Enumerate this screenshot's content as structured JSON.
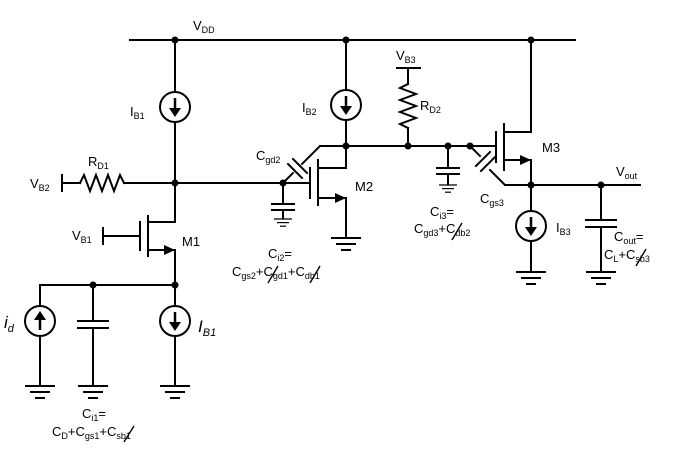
{
  "labels": {
    "vdd": {
      "main": "V",
      "sub": "DD"
    },
    "ib1": {
      "main": "I",
      "sub": "B1"
    },
    "ib2": {
      "main": "I",
      "sub": "B2"
    },
    "vb3": {
      "main": "V",
      "sub": "B3"
    },
    "rd2": {
      "main": "R",
      "sub": "D2"
    },
    "cgd2": {
      "main": "C",
      "sub": "gd2"
    },
    "m2": "M2",
    "m3": "M3",
    "vout": {
      "main": "V",
      "sub": "out"
    },
    "rd1": {
      "main": "R",
      "sub": "D1"
    },
    "vb2": {
      "main": "V",
      "sub": "B2"
    },
    "vb1": {
      "main": "V",
      "sub": "B1"
    },
    "m1": "M1",
    "cgs3": {
      "main": "C",
      "sub": "gs3"
    },
    "ib3": {
      "main": "I",
      "sub": "B3"
    },
    "id": {
      "main": "i",
      "sub": "d"
    },
    "ib1_bottom": {
      "main": "I",
      "sub": "B1"
    },
    "ci1": {
      "line1": {
        "main": "C",
        "sub": "i1",
        "suffix": "="
      },
      "line2": [
        "C",
        "D",
        "+C",
        "gs1",
        "+C",
        "sb1"
      ]
    },
    "ci2": {
      "line1": {
        "main": "C",
        "sub": "i2",
        "suffix": "="
      },
      "line2": [
        "C",
        "gs2",
        "+C",
        "gd1",
        "+C",
        "db1"
      ]
    },
    "ci3": {
      "line1": {
        "main": "C",
        "sub": "i3",
        "suffix": "="
      },
      "line2": [
        "C",
        "gd3",
        "+C",
        "db2"
      ]
    },
    "cout": {
      "line1": {
        "main": "C",
        "sub": "out",
        "suffix": "="
      },
      "line2": [
        "C",
        "L",
        "+C",
        "sb3"
      ]
    }
  }
}
